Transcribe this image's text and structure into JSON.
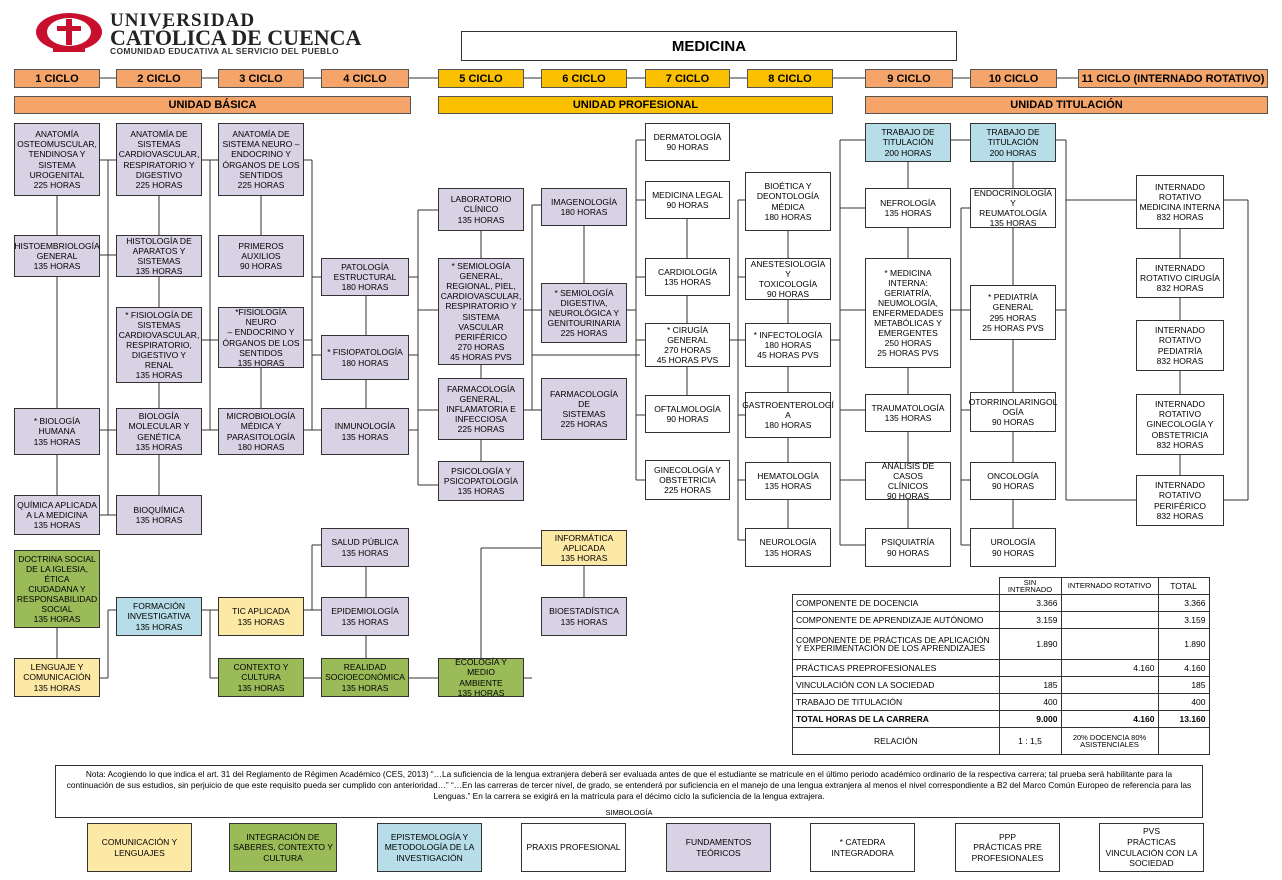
{
  "header": {
    "uni_name_line1": "UNIVERSIDAD",
    "uni_name_line2": "CATÓLICA DE CUENCA",
    "uni_tagline": "COMUNIDAD EDUCATIVA AL SERVICIO DEL PUEBLO",
    "career_title": "MEDICINA"
  },
  "colors": {
    "orange": "#f5a46a",
    "gold": "#fbc100",
    "theory": "#d9d2e4",
    "yellow": "#fde9a6",
    "green": "#9bbb59",
    "blue": "#b7dde8",
    "logo_red": "#c8102e"
  },
  "cycles": [
    "1 CICLO",
    "2 CICLO",
    "3 CICLO",
    "4 CICLO",
    "5 CICLO",
    "6 CICLO",
    "7 CICLO",
    "8 CICLO",
    "9 CICLO",
    "10 CICLO",
    "11 CICLO (INTERNADO ROTATIVO)"
  ],
  "units": [
    "UNIDAD BÁSICA",
    "UNIDAD PROFESIONAL",
    "UNIDAD TITULACIÓN"
  ],
  "courses": {
    "c1_anat": "ANATOMÍA\nOSTEOMUSCULAR,\nTENDINOSA Y\nSISTEMA\nUROGENITAL\n225 HORAS",
    "c1_histo": "HISTOEMBRIOLOGÍA\nGENERAL\n135 HORAS",
    "c1_bio": "* BIOLOGÍA\nHUMANA\n135 HORAS",
    "c1_quim": "QUÍMICA APLICADA\nA LA MEDICINA\n135 HORAS",
    "c1_doct": "DOCTRINA SOCIAL\nDE LA IGLESIA, ÉTICA\nCIUDADANA Y\nRESPONSABILIDAD\nSOCIAL\n135 HORAS",
    "c1_leng": "LENGUAJE Y\nCOMUNICACIÓN\n135 HORAS",
    "c2_anat": "ANATOMÍA DE\nSISTEMAS\nCARDIOVASCULAR,\nRESPIRATORIO Y\nDIGESTIVO\n225 HORAS",
    "c2_histo": "HISTOLOGÍA DE\nAPARATOS Y\nSISTEMAS\n135 HORAS",
    "c2_fisio": "* FISIOLOGÍA DE\nSISTEMAS\nCARDIOVASCULAR,\nRESPIRATORIO,\nDIGESTIVO Y RENAL\n135 HORAS",
    "c2_biomol": "BIOLOGÍA\nMOLECULAR Y\nGENÉTICA\n135 HORAS",
    "c2_bioq": "BIOQUÍMICA\n135 HORAS",
    "c2_form": "FORMACIÓN\nINVESTIGATIVA\n135 HORAS",
    "c3_anat": "ANATOMÍA DE\nSISTEMA NEURO –\nENDOCRINO Y\nÓRGANOS DE LOS\nSENTIDOS\n225 HORAS",
    "c3_prim": "PRIMEROS AUXILIOS\n90 HORAS",
    "c3_fisio": "*FISIOLOGÍA NEURO\n– ENDOCRINO Y\nÓRGANOS DE LOS\nSENTIDOS\n135 HORAS",
    "c3_micro": "MICROBIOLOGÍA\nMÉDICA Y\nPARASITOLOGÍA\n180 HORAS",
    "c3_tic": "TIC APLICADA\n135 HORAS",
    "c3_ctx": "CONTEXTO Y\nCULTURA\n135 HORAS",
    "c4_pato": "PATOLOGÍA\nESTRUCTURAL\n180 HORAS",
    "c4_fisiopato": "* FISIOPATOLOGÍA\n180 HORAS",
    "c4_inmu": "INMUNOLOGÍA\n135 HORAS",
    "c4_salud": "SALUD PÚBLICA\n135 HORAS",
    "c4_epi": "EPIDEMIOLOGÍA\n135 HORAS",
    "c4_real": "REALIDAD\nSOCIOECONÓMICA\n135 HORAS",
    "c5_lab": "LABORATORIO\nCLÍNICO\n135 HORAS",
    "c5_semio": "* SEMIOLOGÍA\nGENERAL,\nREGIONAL, PIEL,\nCARDIOVASCULAR,\nRESPIRATORIO Y\nSISTEMA VASCULAR\nPERIFÉRICO\n270 HORAS\n45 HORAS PVS",
    "c5_farma": "FARMACOLOGÍA\nGENERAL,\nINFLAMATORIA E\nINFECCIOSA\n225 HORAS",
    "c5_psico": "PSICOLOGÍA Y\nPSICOPATOLOGÍA\n135 HORAS",
    "c5_eco": "ECOLOGÍA Y MEDIO\nAMBIENTE\n135 HORAS",
    "c6_imag": "IMAGENOLOGÍA\n180 HORAS",
    "c6_semio": "* SEMIOLOGÍA\nDIGESTIVA,\nNEUROLÓGICA Y\nGENITOURINARIA\n225 HORAS",
    "c6_farma": "FARMACOLOGÍA DE\nSISTEMAS\n225 HORAS",
    "c6_info": "INFORMÁTICA\nAPLICADA\n135 HORAS",
    "c6_bioest": "BIOESTADÍSTICA\n135 HORAS",
    "c7_derma": "DERMATOLOGÍA\n90 HORAS",
    "c7_legal": "MEDICINA LEGAL\n90 HORAS",
    "c7_cardio": "CARDIOLOGÍA\n135 HORAS",
    "c7_ciru": "* CIRUGÍA GENERAL\n270 HORAS\n45 HORAS PVS",
    "c7_oftal": "OFTALMOLOGÍA\n90 HORAS",
    "c7_gine": "GINECOLOGÍA Y\nOBSTETRICIA\n225 HORAS",
    "c8_bioet": "BIOÉTICA Y\nDEONTOLOGÍA\nMÉDICA\n180 HORAS",
    "c8_anest": "ANESTESIOLOGÍA Y\nTOXICOLOGÍA\n90 HORAS",
    "c8_infect": "* INFECTOLOGÍA\n180 HORAS\n45 HORAS PVS",
    "c8_gastro": "GASTROENTEROLOGÍ\nA\n180 HORAS",
    "c8_hema": "HEMATOLOGÍA\n135 HORAS",
    "c8_neuro": "NEUROLOGÍA\n135 HORAS",
    "c9_trab": "TRABAJO DE\nTITULACIÓN\n200 HORAS",
    "c9_nefro": "NEFROLOGÍA\n135 HORAS",
    "c9_medint": "* MEDICINA\nINTERNA:\nGERIATRÍA,\nNEUMOLOGÍA,\nENFERMEDADES\nMETABÓLICAS Y\nEMERGENTES\n250 HORAS\n25 HORAS PVS",
    "c9_trauma": "TRAUMATOLOGÍA\n135 HORAS",
    "c9_anal": "ANÁLISIS DE CASOS\nCLÍNICOS\n90 HORAS",
    "c9_psiq": "PSIQUIATRÍA\n90 HORAS",
    "c10_trab": "TRABAJO DE\nTITULACIÓN\n200 HORAS",
    "c10_endo": "ENDOCRINOLOGÍA Y\nREUMATOLOGÍA\n135 HORAS",
    "c10_pedia": "* PEDIATRÍA\nGENERAL\n295 HORAS\n25 HORAS PVS",
    "c10_otor": "OTORRINOLARINGOL\nOGÍA\n90 HORAS",
    "c10_onco": "ONCOLOGÍA\n90 HORAS",
    "c10_uro": "UROLOGÍA\n90 HORAS",
    "c11_mi": "INTERNADO\nROTATIVO\nMEDICINA INTERNA\n832 HORAS",
    "c11_ciru": "INTERNADO\nROTATIVO CIRUGÍA\n832 HORAS",
    "c11_ped": "INTERNADO\nROTATIVO\nPEDIATRÍA\n832 HORAS",
    "c11_gine": "INTERNADO\nROTATIVO\nGINECOLOGÍA Y\nOBSTETRICIA\n832 HORAS",
    "c11_peri": "INTERNADO\nROTATIVO\nPERIFÉRICO\n832 HORAS"
  },
  "summary_table": {
    "headers": [
      "",
      "SIN INTERNADO",
      "INTERNADO ROTATIVO",
      "TOTAL"
    ],
    "rows": [
      [
        "COMPONENTE DE DOCENCIA",
        "3.366",
        "",
        "3.366"
      ],
      [
        "COMPONENTE DE APRENDIZAJE AUTÓNOMO",
        "3.159",
        "",
        "3.159"
      ],
      [
        "COMPONENTE DE PRÁCTICAS DE APLICACIÓN Y EXPERIMENTACIÓN DE LOS APRENDIZAJES",
        "1.890",
        "",
        "1.890"
      ],
      [
        "PRÁCTICAS PREPROFESIONALES",
        "",
        "4.160",
        "4.160"
      ],
      [
        "VINCULACIÓN CON LA SOCIEDAD",
        "185",
        "",
        "185"
      ],
      [
        "TRABAJO DE TITULACIÓN",
        "400",
        "",
        "400"
      ],
      [
        "TOTAL HORAS DE LA CARRERA",
        "9.000",
        "4.160",
        "13.160"
      ],
      [
        "RELACIÓN",
        "1 : 1,5",
        "20% DOCENCIA 80% ASISTENCIALES",
        ""
      ]
    ]
  },
  "note": "Nota: Acogiendo lo que indica el art. 31 del Reglamento de Régimen Académico (CES, 2013) “…La suficiencia de la lengua extranjera deberá ser evaluada antes de que el estudiante se matricule en el último periodo académico ordinario de la respectiva carrera; tal prueba será habilitante para la continuación de sus estudios, sin perjuicio de que este requisito pueda ser cumplido con anterioridad…” “…En las carreras de tercer nivel, de grado, se entenderá por suficiencia en el manejo de una lengua extranjera al menos el nivel correspondiente a B2 del Marco Común Europeo de referencia para las Lenguas.”   En la carrera se exigirá en la matrícula para el décimo ciclo la suficiencia de la lengua extrajera.",
  "simbologia_label": "SIMBOLOGÍA",
  "legend": [
    "COMUNICACIÓN Y\nLENGUAJES",
    "INTEGRACIÓN DE\nSABERES, CONTEXTO Y\nCULTURA",
    "EPISTEMOLOGÍA Y\nMETODOLOGÍA DE LA\nINVESTIGACIÓN",
    "PRAXIS PROFESIONAL",
    "FUNDAMENTOS\nTEÓRICOS",
    "* CATEDRA\nINTEGRADORA",
    "PPP\nPRÁCTICAS PRE\nPROFESIONALES",
    "PVS\nPRÁCTICAS\nVINCULACIÓN CON LA\nSOCIEDAD"
  ]
}
